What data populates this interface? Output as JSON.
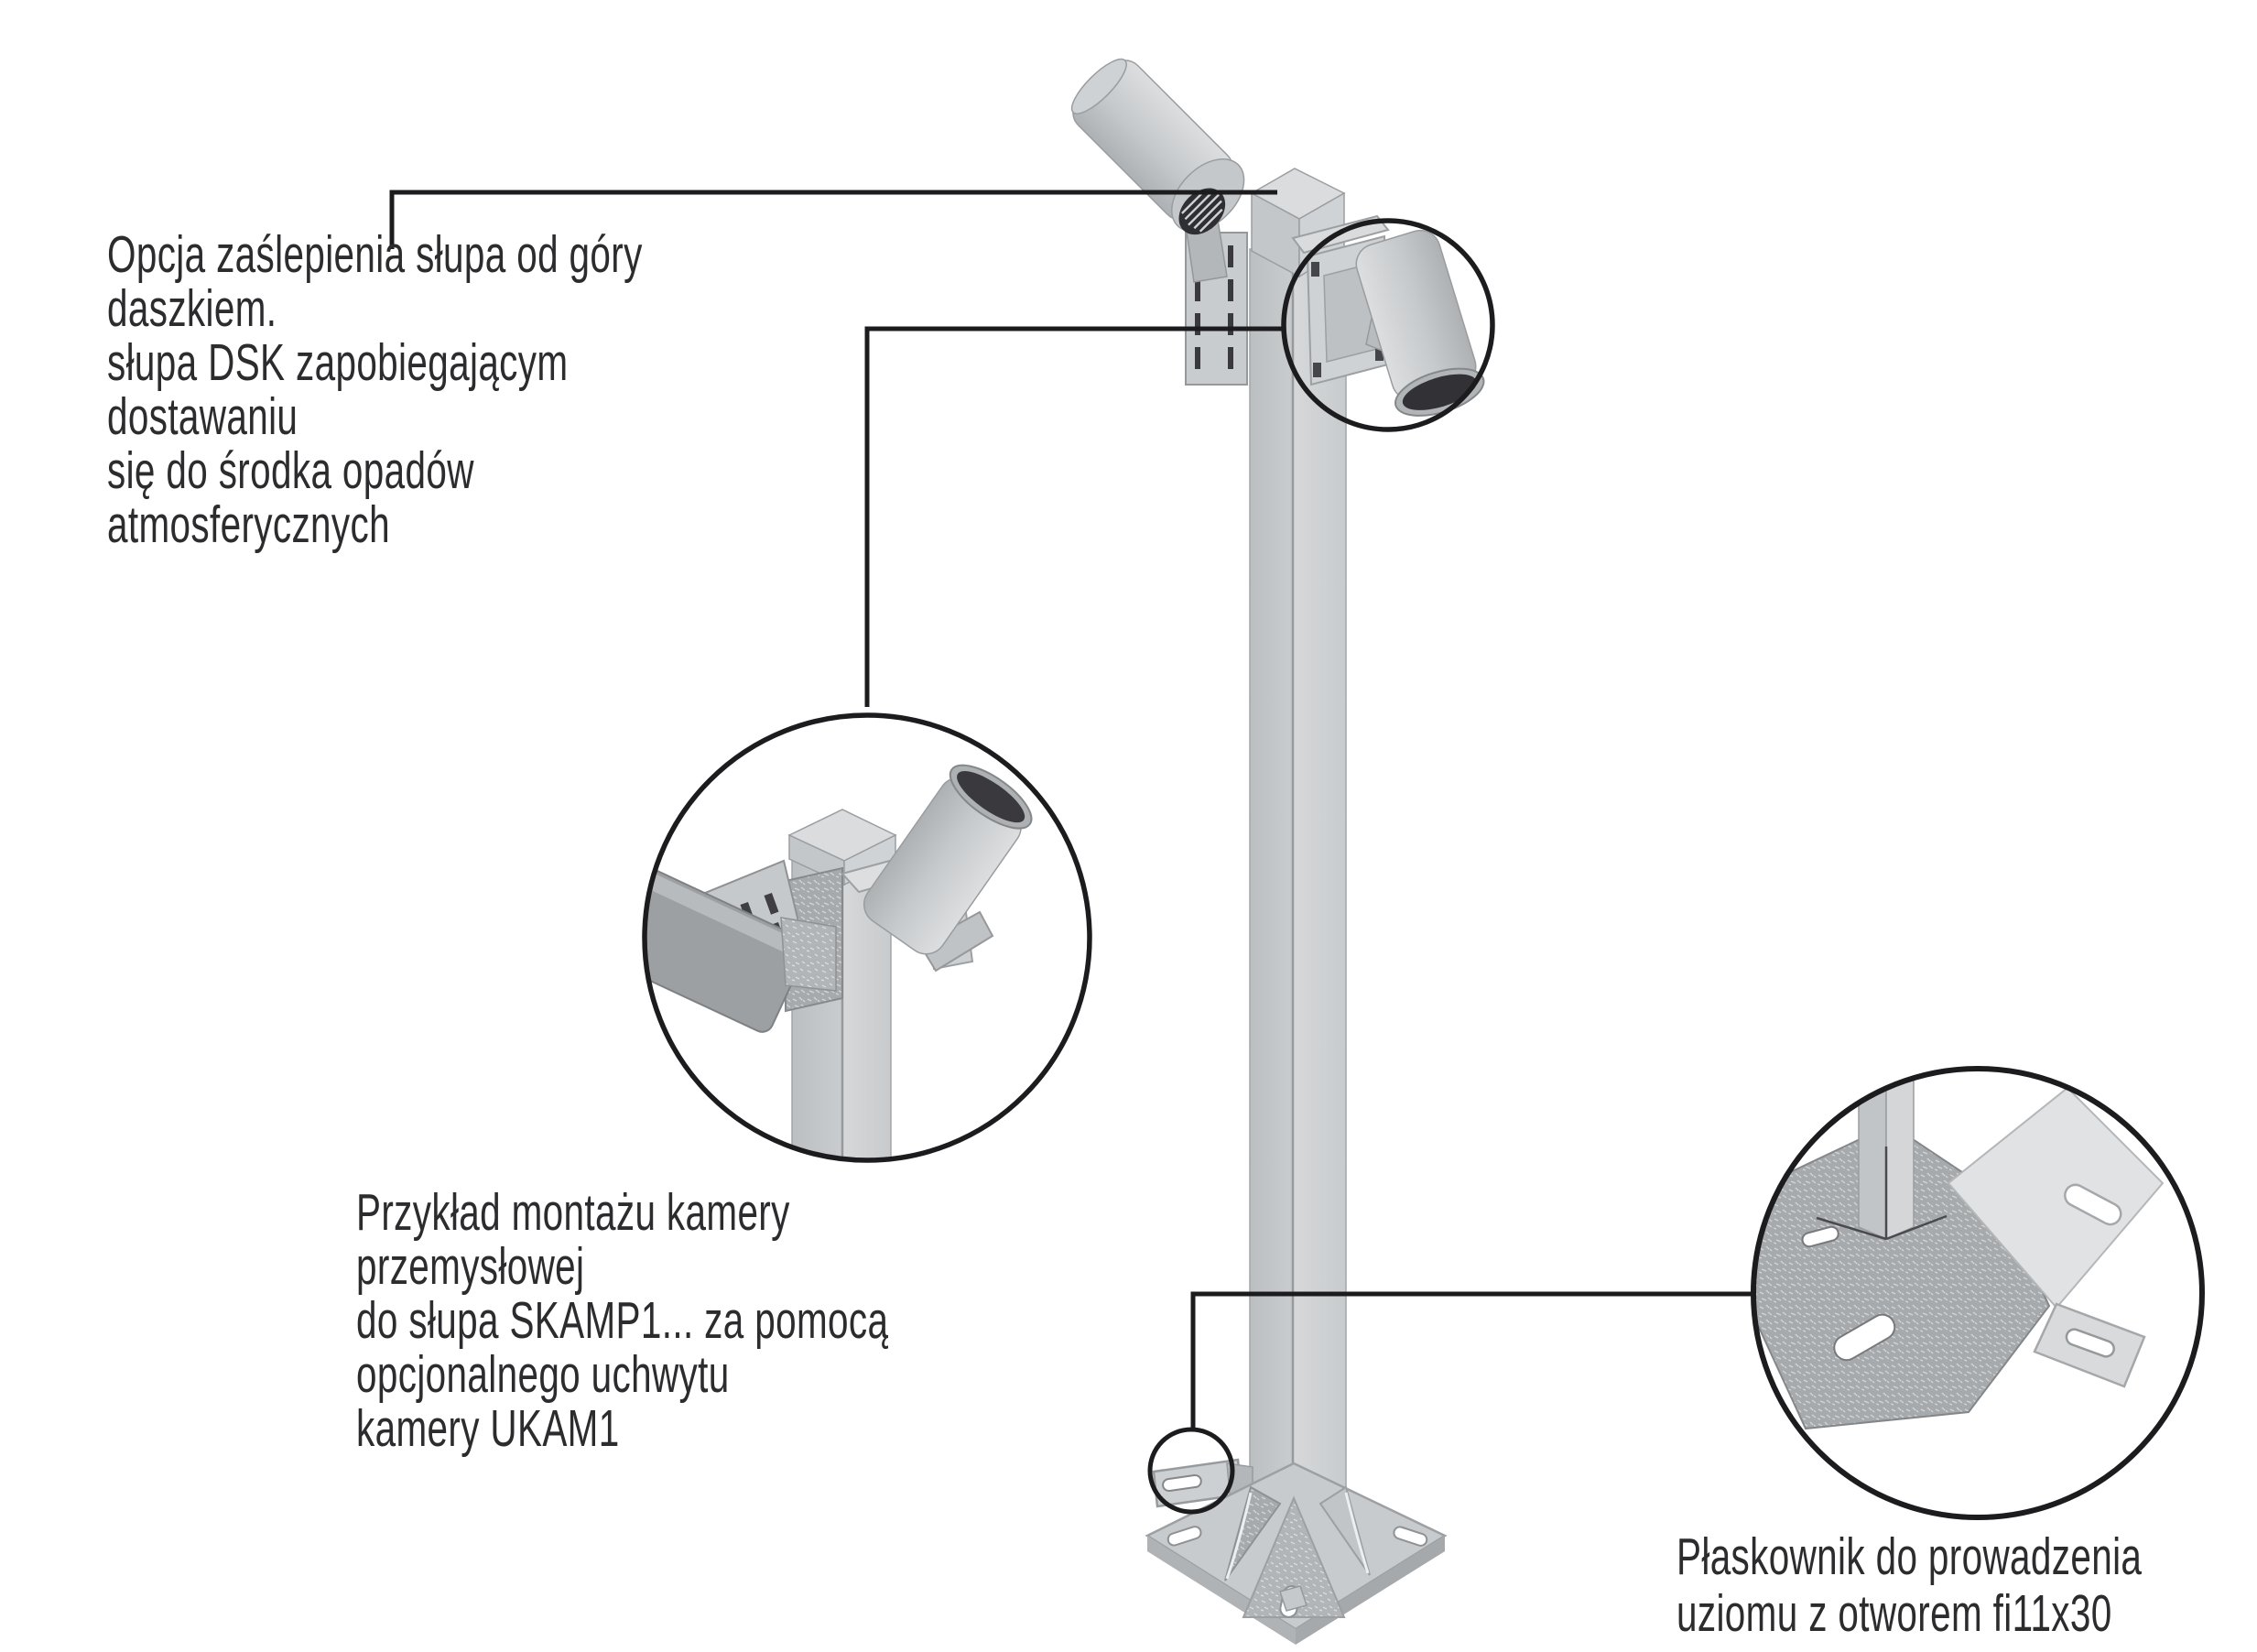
{
  "figure": {
    "background": "#ffffff",
    "ink": "#1c1c1e",
    "metal_light": "#d2d5d7",
    "metal_mid": "#c3c6c8",
    "metal_dark": "#9ea1a3",
    "lens_dark": "#323236"
  },
  "annotations": [
    {
      "id": "cap-note",
      "text": "Opcja zaślepienia słupa od góry\ndaszkiem.\nsłupa DSK zapobiegającym\ndostawaniu\nsię do środka opadów\natmosferycznych"
    },
    {
      "id": "camera-mount-note",
      "text": "Przykład montażu kamery\nprzemysłowej\ndo słupa SKAMP1... za pomocą\nopcjonalnego uchwytu\nkamery UKAM1"
    },
    {
      "id": "flat-bar-note",
      "text": "Płaskownik do prowadzenia\nuziomu z otworem fi11x30"
    }
  ]
}
